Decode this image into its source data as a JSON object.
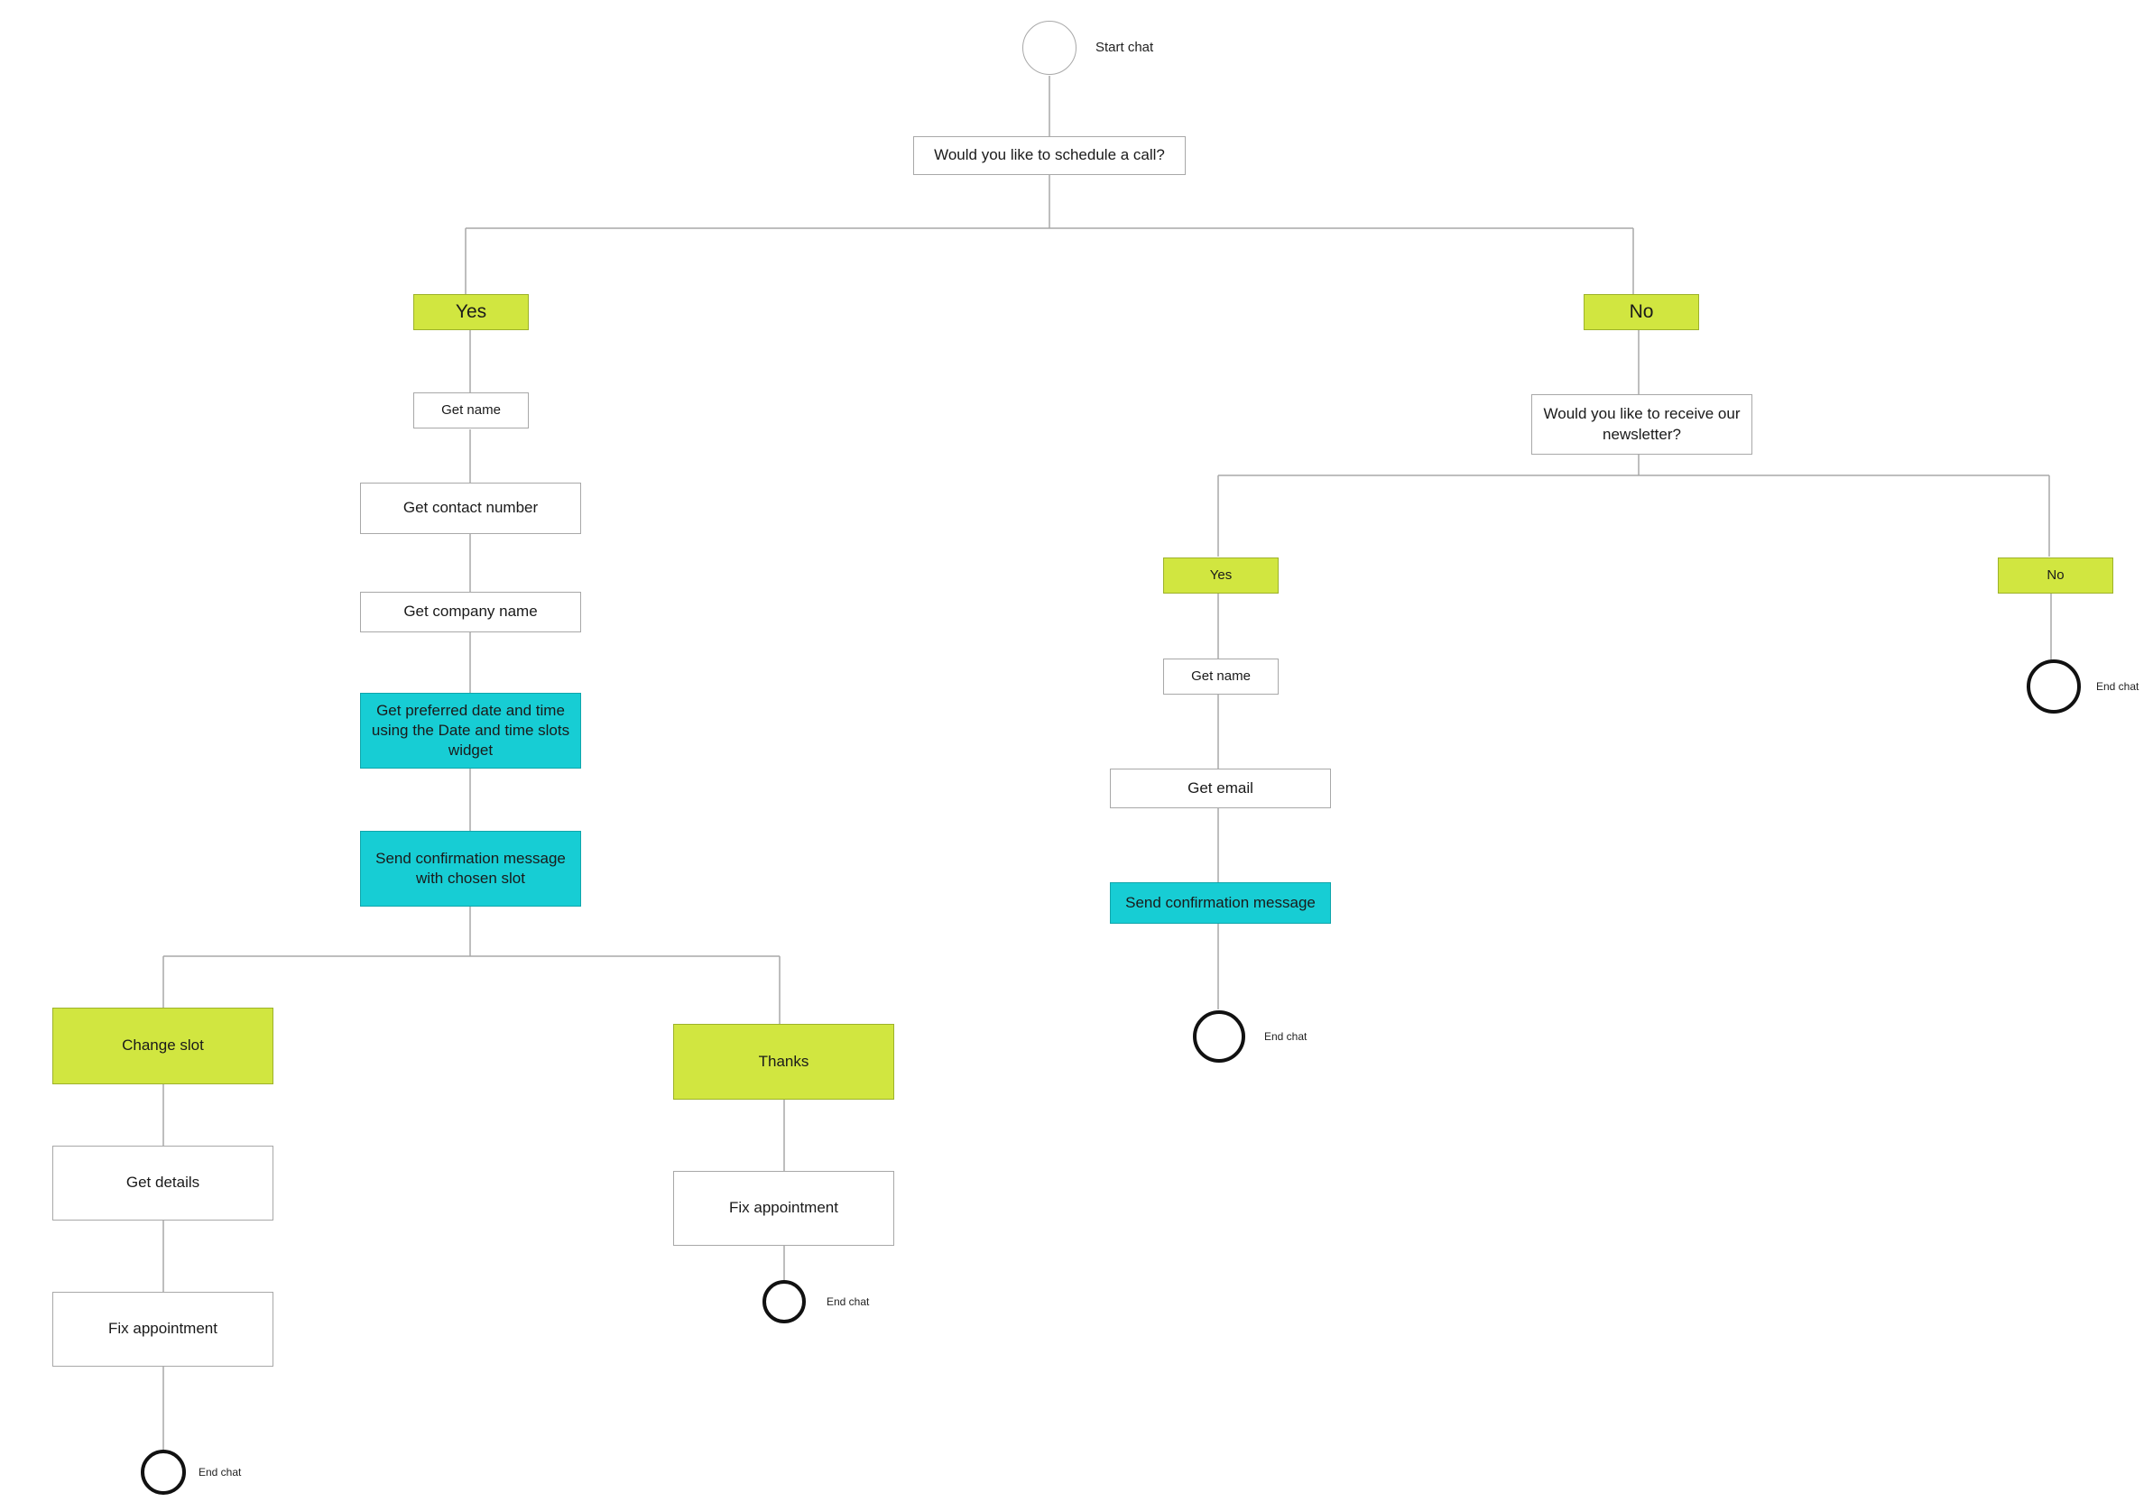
{
  "colors": {
    "decision": "#d1e640",
    "widget": "#17cdd4",
    "connector": "#a8a8a8"
  },
  "start": {
    "label": "Start chat"
  },
  "question": "Would you like to schedule a call?",
  "yes_branch": {
    "label": "Yes",
    "steps": [
      "Get name",
      "Get contact number",
      "Get company name",
      "Get preferred date and time using the Date and time slots widget",
      "Send confirmation message with chosen slot"
    ],
    "change_slot": {
      "label": "Change slot",
      "steps": [
        "Get details",
        "Fix appointment"
      ],
      "end": "End chat"
    },
    "thanks": {
      "label": "Thanks",
      "steps": [
        "Fix appointment"
      ],
      "end": "End chat"
    }
  },
  "no_branch": {
    "label": "No",
    "question": "Would you like to receive our newsletter?",
    "yes": {
      "label": "Yes",
      "steps": [
        "Get name",
        "Get email",
        "Send confirmation message"
      ],
      "end": "End chat"
    },
    "no": {
      "label": "No",
      "end": "End chat"
    }
  }
}
